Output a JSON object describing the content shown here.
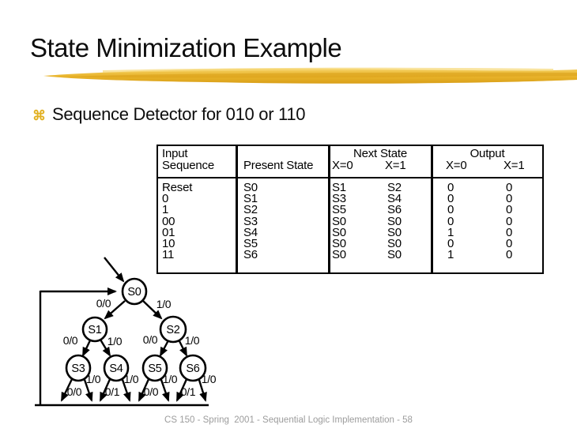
{
  "slide": {
    "title": "State Minimization Example",
    "bullet_symbol": "⌘",
    "bullet_text": "Sequence Detector for 010 or 110",
    "footer": "CS 150 - Spring  2001 - Sequential Logic Implementation - 58"
  },
  "colors": {
    "accent_gold": "#e8b32a",
    "accent_gold_light": "#f4ce5e",
    "accent_gold_dark": "#d99f18",
    "footer_gray": "#9c9c9c",
    "ink": "#000000"
  },
  "state_table": {
    "col_input_line1": "Input",
    "col_input_line2": "Sequence",
    "col_present": "Present State",
    "group_next": "Next State",
    "group_output": "Output",
    "sub_x0": "X=0",
    "sub_x1": "X=1",
    "rows": [
      {
        "input": "Reset",
        "present": "S0",
        "next_x0": "S1",
        "next_x1": "S2",
        "out_x0": "0",
        "out_x1": "0"
      },
      {
        "input": "0",
        "present": "S1",
        "next_x0": "S3",
        "next_x1": "S4",
        "out_x0": "0",
        "out_x1": "0"
      },
      {
        "input": "1",
        "present": "S2",
        "next_x0": "S5",
        "next_x1": "S6",
        "out_x0": "0",
        "out_x1": "0"
      },
      {
        "input": "00",
        "present": "S3",
        "next_x0": "S0",
        "next_x1": "S0",
        "out_x0": "0",
        "out_x1": "0"
      },
      {
        "input": "01",
        "present": "S4",
        "next_x0": "S0",
        "next_x1": "S0",
        "out_x0": "1",
        "out_x1": "0"
      },
      {
        "input": "10",
        "present": "S5",
        "next_x0": "S0",
        "next_x1": "S0",
        "out_x0": "0",
        "out_x1": "0"
      },
      {
        "input": "11",
        "present": "S6",
        "next_x0": "S0",
        "next_x1": "S0",
        "out_x0": "1",
        "out_x1": "0"
      }
    ]
  },
  "diagram": {
    "states": {
      "s0": "S0",
      "s1": "S1",
      "s2": "S2",
      "s3": "S3",
      "s4": "S4",
      "s5": "S5",
      "s6": "S6"
    },
    "edge_labels": {
      "s0_to_s1": "0/0",
      "s0_to_s2": "1/0",
      "s1_to_s3": "0/0",
      "s1_to_s4": "1/0",
      "s2_to_s5": "0/0",
      "s2_to_s6": "1/0",
      "s3_on1": "1/0",
      "s3_on0": "0/0",
      "s4_on1": "1/0",
      "s4_on0": "0/1",
      "s5_on1": "1/0",
      "s5_on0": "0/0",
      "s6_on1": "1/0",
      "s6_on0": "0/1"
    }
  }
}
